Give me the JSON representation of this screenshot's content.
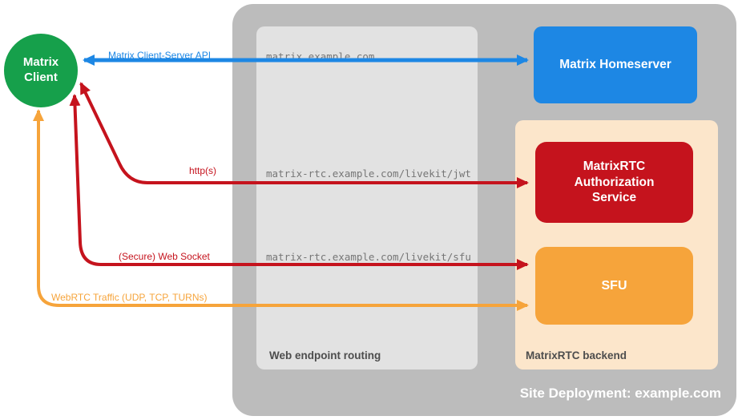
{
  "title": "Site Deployment: example.com",
  "nodes": {
    "client": {
      "label": "Matrix Client",
      "color": "#16a04b"
    },
    "homeserver": {
      "label": "Matrix Homeserver",
      "color": "#1d87e4"
    },
    "auth_service": {
      "label": "MatrixRTC Authorization Service",
      "color": "#c5131d"
    },
    "sfu": {
      "label": "SFU",
      "color": "#f6a43b"
    }
  },
  "groups": {
    "routing": {
      "label": "Web endpoint routing",
      "endpoints": [
        "matrix.example.com",
        "matrix-rtc.example.com/livekit/jwt",
        "matrix-rtc.example.com/livekit/sfu"
      ]
    },
    "backend": {
      "label": "MatrixRTC backend"
    }
  },
  "connections": [
    {
      "label": "Matrix Client-Server API",
      "color": "#1d87e4",
      "bidirectional": true
    },
    {
      "label": "http(s)",
      "color": "#c5131d"
    },
    {
      "label": "(Secure) Web Socket",
      "color": "#c5131d"
    },
    {
      "label": "WebRTC Traffic (UDP, TCP, TURNs)",
      "color": "#f6a43b"
    }
  ]
}
